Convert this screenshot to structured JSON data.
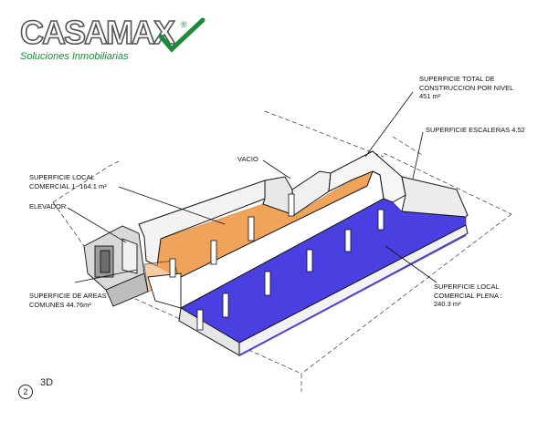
{
  "brand": {
    "name": "CASAMAX",
    "tagline": "Soluciones Inmobiliarias",
    "registered": "®",
    "color_green": "#1b8a3a",
    "color_outline": "#555555"
  },
  "labels": {
    "total": [
      "SUPERFICIE TOTAL DE",
      "CONSTRUCCION POR NIVEL",
      "451 m²"
    ],
    "escaleras": [
      "SUPERFICIE ESCALERAS 4.52"
    ],
    "vacio": [
      "VACIO"
    ],
    "local1": [
      "SUPERFICIE LOCAL",
      "COMERCIAL 1- 164.1 m²"
    ],
    "elevador": [
      "ELEVADOR"
    ],
    "areas": [
      "SUPERFICIE DE AREAS",
      "COMUNES 44.76m²"
    ],
    "plena": [
      "SUPERFICIE LOCAL",
      "COMERCIAL PLENA :",
      "240.3 m²"
    ]
  },
  "view": {
    "number": "2",
    "title": "3D"
  },
  "colors": {
    "orange_floor": "#f0a35a",
    "blue_floor": "#4a3fe0",
    "wall": "#ffffff",
    "outline": "#111111"
  }
}
